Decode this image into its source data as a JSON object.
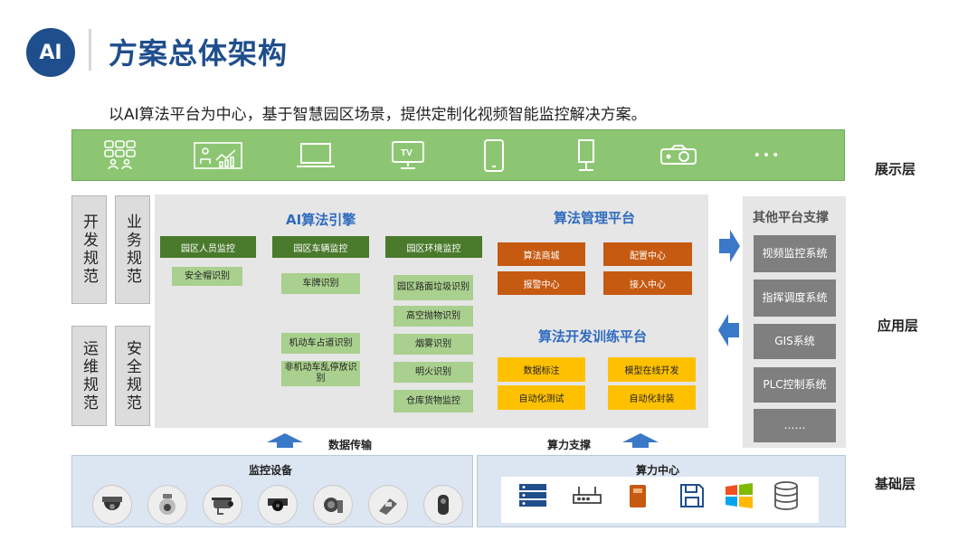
{
  "header": {
    "logo_text": "AI",
    "title": "方案总体架构",
    "subtitle": "以AI算法平台为中心，基于智慧园区场景，提供定制化视频智能监控解决方案。"
  },
  "layers": {
    "display": "展示层",
    "application": "应用层",
    "foundation": "基础层"
  },
  "display_icons": [
    "grid-apps-icon",
    "dashboard-chart-icon",
    "laptop-icon",
    "tv-icon",
    "smartphone-icon",
    "kiosk-icon",
    "projector-icon",
    "more-icon"
  ],
  "display_more": "•••",
  "norms": {
    "dev": "开发规范",
    "business": "业务规范",
    "ops": "运维规范",
    "security": "安全规范"
  },
  "ai_engine": {
    "title": "AI算法引擎",
    "col1": {
      "header": "园区人员监控",
      "items": [
        "安全帽识别"
      ]
    },
    "col2": {
      "header": "园区车辆监控",
      "items": [
        "车牌识别",
        "机动车占道识别",
        "非机动车乱停放识别"
      ]
    },
    "col3": {
      "header": "园区环境监控",
      "items": [
        "园区路面垃圾识别",
        "高空抛物识别",
        "烟雾识别",
        "明火识别",
        "仓库货物监控"
      ]
    }
  },
  "mgmt_platform": {
    "title": "算法管理平台",
    "items": [
      "算法商城",
      "配置中心",
      "报警中心",
      "接入中心"
    ]
  },
  "train_platform": {
    "title": "算法开发训练平台",
    "items": [
      "数据标注",
      "模型在线开发",
      "自动化测试",
      "自动化封装"
    ]
  },
  "other_support": {
    "title": "其他平台支撑",
    "items": [
      "视频监控系统",
      "指挥调度系统",
      "GIS系统",
      "PLC控制系统",
      "……"
    ]
  },
  "flows": {
    "data": "数据传输",
    "compute": "算力支撑"
  },
  "foundation": {
    "monitoring": "监控设备",
    "compute_center": "算力中心",
    "camera_icons": [
      "dome-camera-icon",
      "ptz-camera-icon",
      "bullet-camera-icon",
      "fisheye-camera-icon",
      "box-camera-icon",
      "face-terminal-icon",
      "mini-camera-icon"
    ],
    "compute_icons": [
      "server-icon",
      "router-icon",
      "storage-device-icon",
      "save-disk-icon",
      "windows-icon",
      "database-icon"
    ]
  },
  "colors": {
    "brand_blue": "#1f4e8c",
    "display_green": "#8cc672",
    "dark_green": "#4a7a2c",
    "light_green": "#a9d08e",
    "orange": "#c65a11",
    "yellow": "#ffc000",
    "gray": "#7f7f7f",
    "arrow_blue": "#3a78c8"
  }
}
